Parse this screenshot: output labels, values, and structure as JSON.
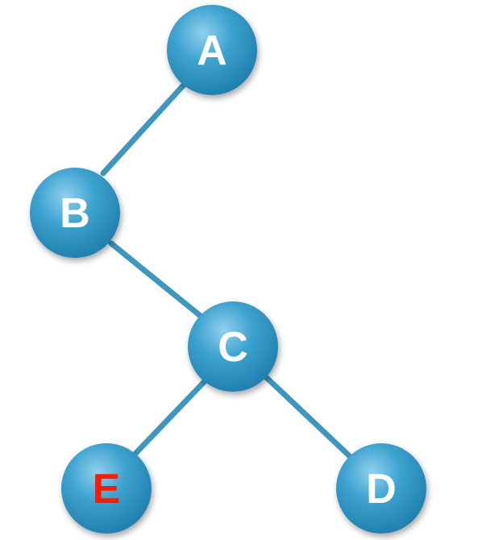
{
  "colors": {
    "background": "#ffffff",
    "edge": "#3f97bd",
    "node_fill_light": "#8fd0ee",
    "node_fill": "#3da2cf",
    "node_fill_dark": "#1f7fae",
    "label_default": "#ffffff",
    "label_highlight": "#ff1a00"
  },
  "nodes": [
    {
      "id": "a",
      "label": "A",
      "highlighted": false
    },
    {
      "id": "b",
      "label": "B",
      "highlighted": false
    },
    {
      "id": "c",
      "label": "C",
      "highlighted": false
    },
    {
      "id": "e",
      "label": "E",
      "highlighted": true
    },
    {
      "id": "d",
      "label": "D",
      "highlighted": false
    }
  ],
  "edges": [
    {
      "from": "a",
      "to": "b"
    },
    {
      "from": "b",
      "to": "c"
    },
    {
      "from": "c",
      "to": "e"
    },
    {
      "from": "c",
      "to": "d"
    }
  ]
}
